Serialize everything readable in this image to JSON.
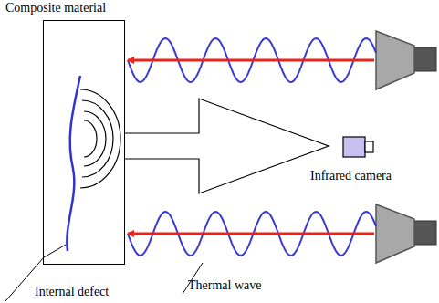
{
  "diagram": {
    "nodes": [
      {
        "text": [
          "Composite material"
        ]
      }
    ],
    "labels": [
      "Infrared camera",
      "Internal defect",
      "Thermal wave"
    ]
  }
}
